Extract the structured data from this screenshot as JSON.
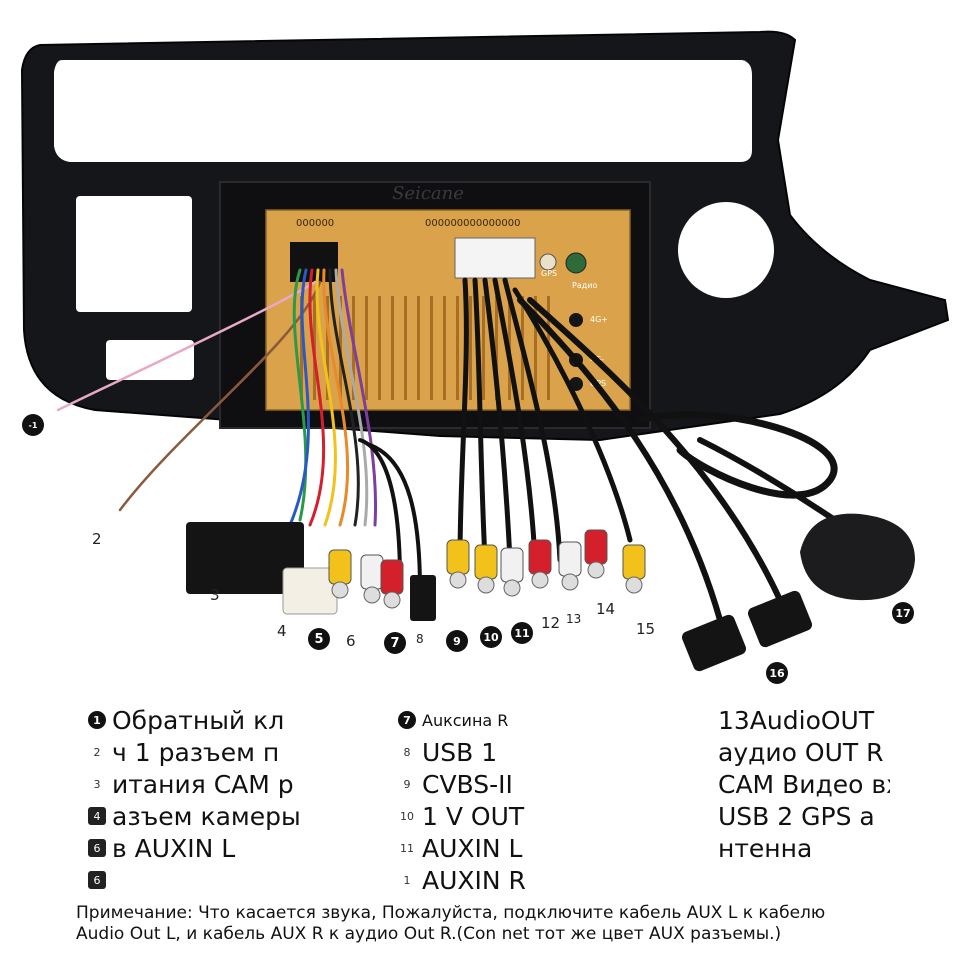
{
  "photo": {
    "brand": "Seicane",
    "board_code_left": "000000",
    "board_code_right": "000000000000000",
    "port_labels": [
      "GPS",
      "Радио",
      "4G+",
      "4G-",
      "GPS"
    ],
    "callouts": [
      "-1",
      "2",
      "3",
      "4",
      "5",
      "6",
      "7",
      "8",
      "9",
      "10",
      "11",
      "12",
      "13",
      "14",
      "15",
      "16",
      "17"
    ],
    "colors": {
      "frame": "#15161a",
      "board": "#d9a24b",
      "yellow": "#f2c21b",
      "red": "#d3202a",
      "white": "#f1f1f1",
      "usb": "#141414"
    }
  },
  "legend": {
    "col1": [
      {
        "num": "1",
        "text": "Обратный кл"
      },
      {
        "num": "2",
        "text": "ч 1 разъем п"
      },
      {
        "num": "3",
        "text": "итания CAM р"
      },
      {
        "num": "4",
        "text": "азъем камеры"
      },
      {
        "num": "6",
        "text": "в AUXIN L"
      },
      {
        "num": "6",
        "text": ""
      }
    ],
    "col2": [
      {
        "num": "7",
        "text": "Auксина R"
      },
      {
        "num": "8",
        "text": "USB 1"
      },
      {
        "num": "9",
        "text": "CVBS-II"
      },
      {
        "num": "10",
        "text": "1 V OUT"
      },
      {
        "num": "11",
        "text": "AUXIN L"
      },
      {
        "num": "1",
        "text": "AUXIN R"
      }
    ],
    "col3": [
      {
        "text": "13AudioOUT"
      },
      {
        "text": "аудио OUT R"
      },
      {
        "text": "CAM Видео вх"
      },
      {
        "text": "USB 2 GPS а"
      },
      {
        "text": "нтенна"
      }
    ]
  },
  "note": {
    "line1": "Примечание: Что касается звука, Пожалуйста, подключите кабель AUX L к кабелю",
    "line2": "Audio Out L, и кабель AUX R к аудио Out R.(Con net тот же цвет AUX разъемы.)"
  }
}
